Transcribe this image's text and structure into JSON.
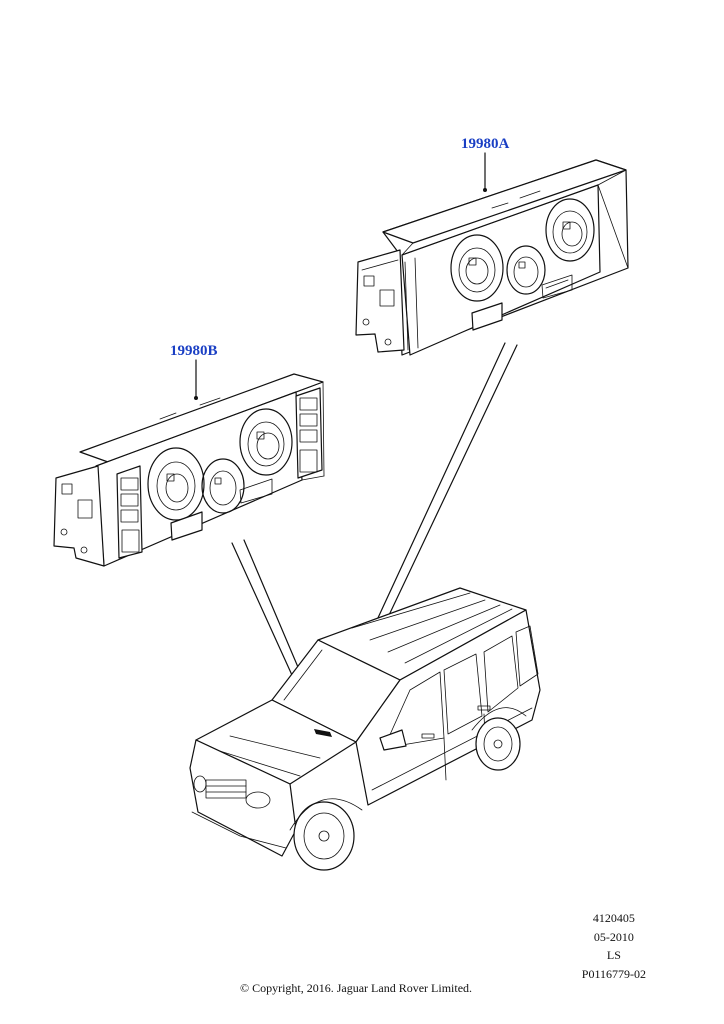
{
  "callouts": {
    "part_a": "19980A",
    "part_b": "19980B"
  },
  "reference": {
    "line1": "4120405",
    "line2": "05-2010",
    "line3": "LS",
    "line4": "P0116779-02"
  },
  "copyright": "© Copyright, 2016. Jaguar Land Rover Limited.",
  "colors": {
    "callout_text": "#1a3fc4",
    "line_art": "#111111"
  }
}
